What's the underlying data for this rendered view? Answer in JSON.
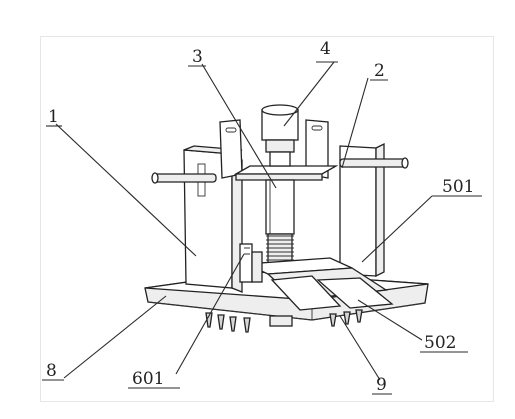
{
  "labels": {
    "l1": "1",
    "l2": "2",
    "l3": "3",
    "l4": "4",
    "l501": "501",
    "l502": "502",
    "l601": "601",
    "l8": "8",
    "l9": "9"
  }
}
